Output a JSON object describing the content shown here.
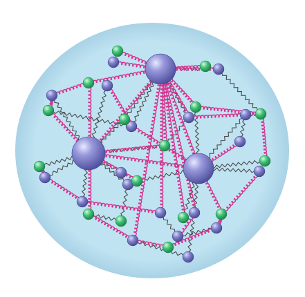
{
  "diagram": {
    "colors": {
      "background": "#ffffff",
      "cell_fill": "#bfe3f1",
      "cell_rim": "#a9d2e6",
      "gluon": "#d6338f",
      "link": "#4a4a4a",
      "quark_blue": "#5f5fb0",
      "quark_blue_light": "#cfd0f3",
      "quark_green": "#26a85a",
      "quark_green_light": "#c7f5d7"
    },
    "elements": [
      "cell-boundary",
      "large-sphere",
      "small-blue-particle",
      "small-green-particle",
      "spring-link",
      "zigzag-link"
    ]
  }
}
